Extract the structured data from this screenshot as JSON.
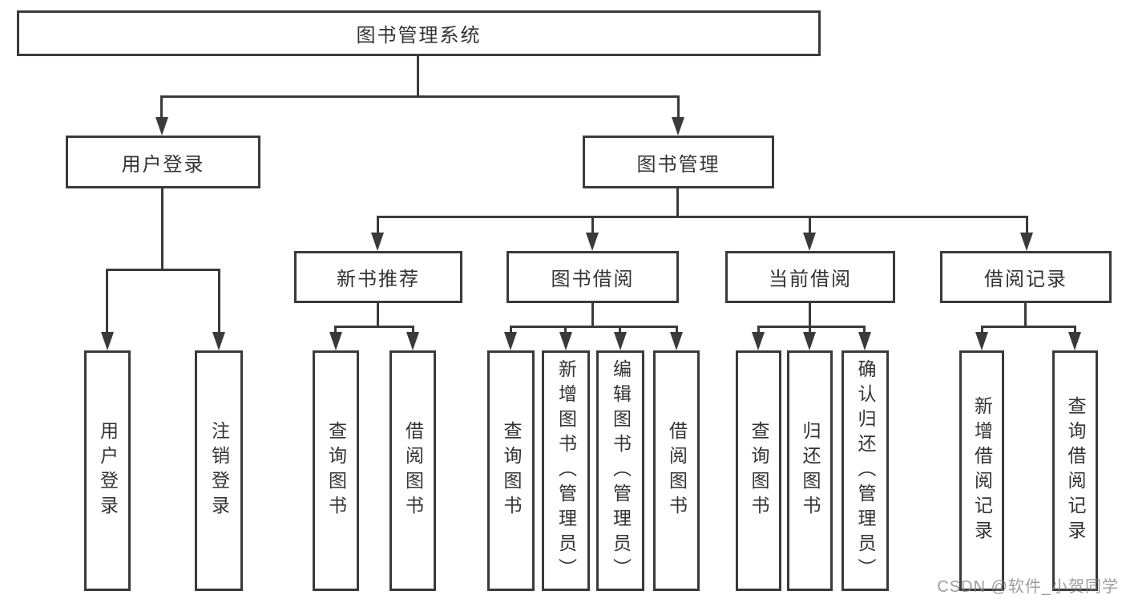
{
  "diagram": {
    "root": {
      "label": "图书管理系统"
    },
    "level2": [
      {
        "label": "用户登录",
        "parent": "图书管理系统"
      },
      {
        "label": "图书管理",
        "parent": "图书管理系统"
      }
    ],
    "level3": [
      {
        "label": "新书推荐",
        "parent": "图书管理"
      },
      {
        "label": "图书借阅",
        "parent": "图书管理"
      },
      {
        "label": "当前借阅",
        "parent": "图书管理"
      },
      {
        "label": "借阅记录",
        "parent": "图书管理"
      }
    ],
    "level4": [
      {
        "label": "用户登录",
        "parent": "用户登录"
      },
      {
        "label": "注销登录",
        "parent": "用户登录"
      },
      {
        "label": "查询图书",
        "parent": "新书推荐"
      },
      {
        "label": "借阅图书",
        "parent": "新书推荐"
      },
      {
        "label": "查询图书",
        "parent": "图书借阅"
      },
      {
        "label": "新增图书（管理员）",
        "parent": "图书借阅"
      },
      {
        "label": "编辑图书（管理员）",
        "parent": "图书借阅"
      },
      {
        "label": "借阅图书",
        "parent": "图书借阅"
      },
      {
        "label": "查询图书",
        "parent": "当前借阅"
      },
      {
        "label": "归还图书",
        "parent": "当前借阅"
      },
      {
        "label": "确认归还（管理员）",
        "parent": "当前借阅"
      },
      {
        "label": "新增借阅记录",
        "parent": "借阅记录"
      },
      {
        "label": "查询借阅记录",
        "parent": "借阅记录"
      }
    ]
  },
  "watermark": {
    "text": "CSDN @软件_小贺同学"
  },
  "colors": {
    "line": "#3a3a3a",
    "text": "#333333",
    "background": "#ffffff",
    "watermark": "#828282"
  }
}
